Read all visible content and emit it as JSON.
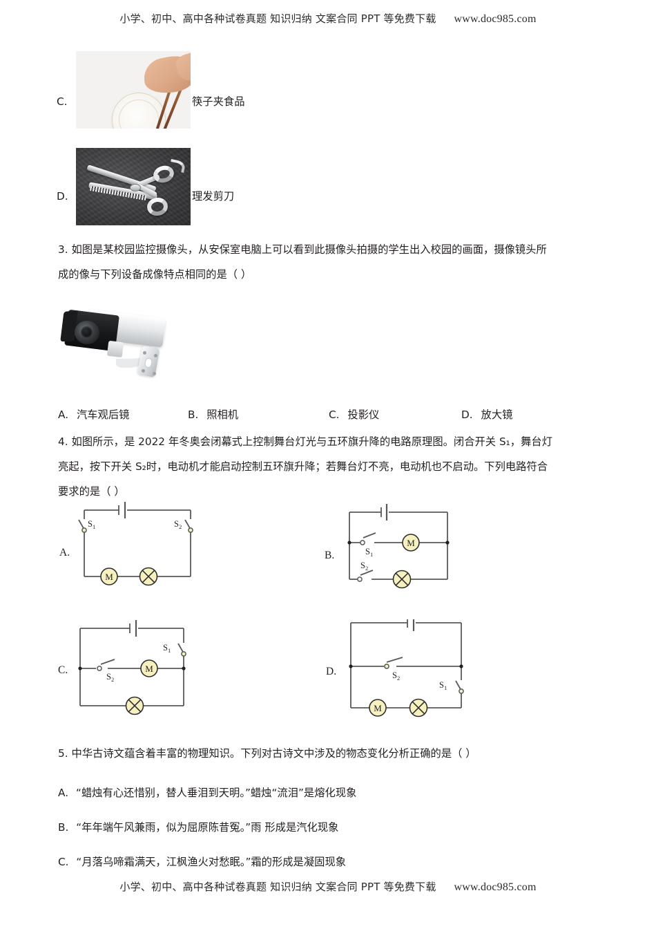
{
  "watermark": {
    "text_cn": "小学、初中、高中各种试卷真题 知识归纳 文案合同 PPT 等免费下载",
    "url": "www.doc985.com"
  },
  "question2_options": {
    "c": {
      "label": "C.",
      "caption": "筷子夹食品",
      "image_alt": "筷子夹食品照片"
    },
    "d": {
      "label": "D.",
      "caption": "理发剪刀",
      "image_alt": "理发剪刀照片"
    }
  },
  "question3": {
    "stem_line1": "3. 如图是某校园监控摄像头，从安保室电脑上可以看到此摄像头拍摄的学生出入校园的画面，摄像镜头所",
    "stem_line2": "成的像与下列设备成像特点相同的是（      ）",
    "image_alt": "校园监控摄像头照片",
    "options": [
      {
        "label": "A.",
        "text": "汽车观后镜"
      },
      {
        "label": "B.",
        "text": "照相机"
      },
      {
        "label": "C.",
        "text": "投影仪"
      },
      {
        "label": "D.",
        "text": "放大镜"
      }
    ]
  },
  "question4": {
    "stem_line1": "4. 如图所示，是 2022 年冬奥会闭幕式上控制舞台灯光与五环旗升降的电路原理图。闭合开关 S₁，舞台灯",
    "stem_line2": "亮起，按下开关 S₂时，电动机才能启动控制五环旗升降；若舞台灯不亮，电动机也不启动。下列电路符合",
    "stem_line3": "要求的是（      ）",
    "circuits": [
      {
        "label": "A.",
        "description": "电池在上，S₁ 在左侧，S₂ 在右侧，电动机 M 与灯泡串联在底部",
        "components": [
          "battery",
          "S₁",
          "S₂",
          "M",
          "lamp"
        ]
      },
      {
        "label": "B.",
        "description": "电池在上，S₁ 与电动机 M 为一支路，S₂ 与灯泡为另一支路，两支路并联",
        "components": [
          "battery",
          "S₁",
          "M",
          "S₂",
          "lamp"
        ]
      },
      {
        "label": "C.",
        "description": "电池在上，S₁ 在右侧干路，S₂ 与电动机 M 为中间支路，灯泡为底部支路",
        "components": [
          "battery",
          "S₁",
          "S₂",
          "M",
          "lamp"
        ]
      },
      {
        "label": "D.",
        "description": "电池在上，S₂ 为中间支路，电动机 M、灯泡与 S₁ 为底部支路",
        "components": [
          "battery",
          "S₂",
          "M",
          "lamp",
          "S₁"
        ]
      }
    ],
    "symbol_labels": {
      "motor": "M",
      "switch1": "S",
      "switch1_sub": "1",
      "switch2": "S",
      "switch2_sub": "2"
    }
  },
  "question5": {
    "stem": "5. 中华古诗文蕴含着丰富的物理知识。下列对古诗文中涉及的物态变化分析正确的是（      ）",
    "options": [
      {
        "label": "A.",
        "text": "“蜡烛有心还惜别，替人垂泪到天明。”蜡烛“流泪”是熔化现象"
      },
      {
        "label": "B.",
        "text": "“年年端午风兼雨，似为屈原陈昔冤。”雨   形成是汽化现象"
      },
      {
        "label": "C.",
        "text": "“月落乌啼霜满天，江枫渔火对愁眠。”霜的形成是凝固现象"
      }
    ]
  },
  "colors": {
    "text": "#231f20",
    "circuit_line": "#58585a",
    "component_fill": "#f6f1bf",
    "component_stroke": "#2f2f2f"
  }
}
